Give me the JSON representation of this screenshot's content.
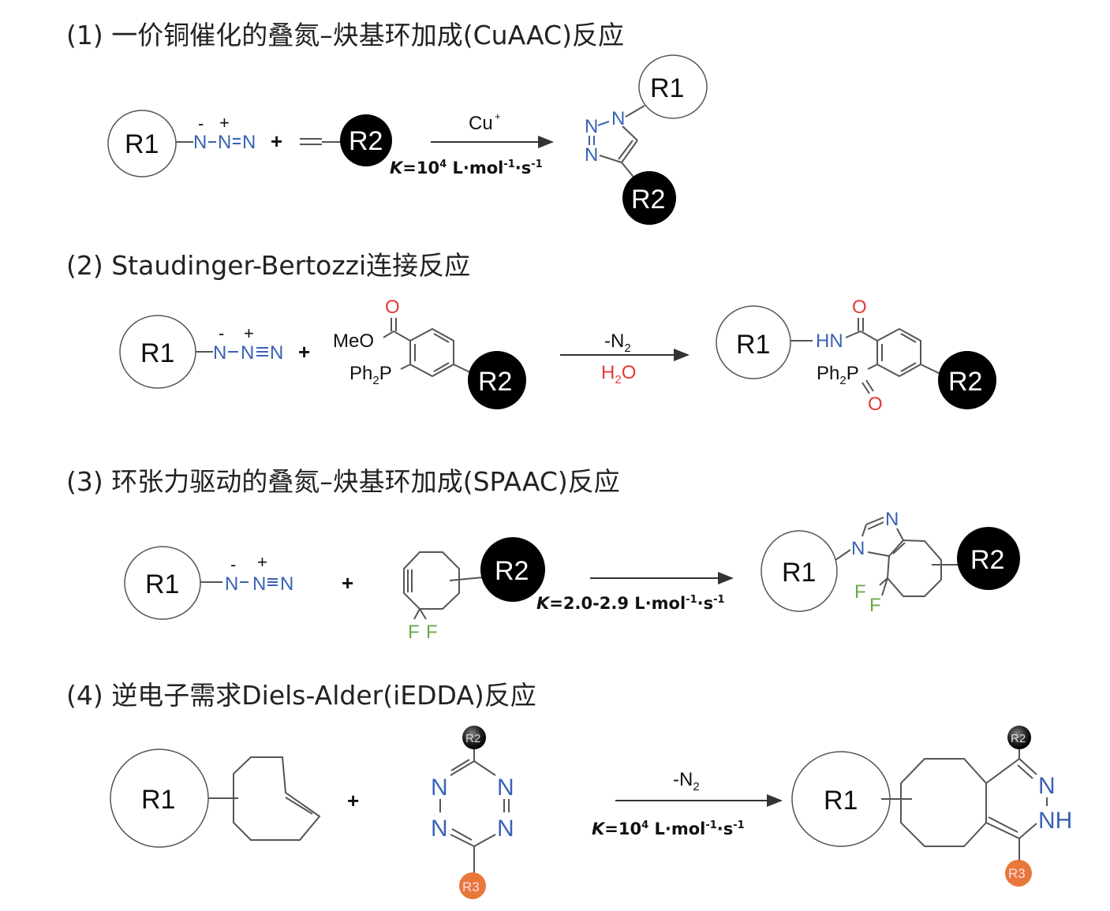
{
  "colors": {
    "nitrogen": "#3a62b4",
    "oxygen": "#e53935",
    "fluorine": "#6aaa4a",
    "r2_fill": "#000000",
    "r3_fill": "#e8773a"
  },
  "reactions": [
    {
      "title": "(1) 一价铜催化的叠氮–炔基环加成(CuAAC)反应",
      "reagent_above": "Cu",
      "reagent_above_sup": "+",
      "rate": {
        "k": "K",
        "value": "=10",
        "exp": "4",
        "unit": " L·mol",
        "u_exp1": "-1",
        "unit2": "·s",
        "u_exp2": "-1"
      },
      "groups": {
        "r1": "R1",
        "r2": "R2"
      },
      "azide": {
        "n1": "N",
        "n2": "N",
        "n3": "N",
        "minus": "-",
        "plusc": "+"
      },
      "plus": "+",
      "product_atoms": [
        "N",
        "N",
        "N"
      ]
    },
    {
      "title": "(2) Staudinger-Bertozzi连接反应",
      "reagent_above": "-N",
      "reagent_above_sub": "2",
      "reagent_below": "H",
      "reagent_below_sub": "2",
      "reagent_below_end": "O",
      "groups": {
        "r1": "R1",
        "r2": "R2"
      },
      "azide": {
        "n1": "N",
        "n2": "N",
        "n3": "N",
        "minus": "-",
        "plusc": "+"
      },
      "plus": "+",
      "reactant_labels": {
        "meo": "MeO",
        "o": "O",
        "ph": "Ph",
        "ph_sub": "2",
        "p": "P"
      },
      "product_labels": {
        "hn": "HN",
        "o": "O",
        "ph": "Ph",
        "ph_sub": "2",
        "p": "P",
        "po": "O"
      }
    },
    {
      "title": "(3) 环张力驱动的叠氮–炔基环加成(SPAAC)反应",
      "rate": {
        "k": "K",
        "value": "=2.0-2.9",
        "unit": " L·mol",
        "u_exp1": "-1",
        "unit2": "·s",
        "u_exp2": "-1"
      },
      "groups": {
        "r1": "R1",
        "r2": "R2"
      },
      "azide": {
        "n1": "N",
        "n2": "N",
        "n3": "N",
        "minus": "-",
        "plusc": "+"
      },
      "plus": "+",
      "fluorines": [
        "F",
        "F"
      ],
      "product_atoms": [
        "N",
        "N"
      ]
    },
    {
      "title": "(4) 逆电子需求Diels-Alder(iEDDA)反应",
      "reagent_above": "-N",
      "reagent_above_sub": "2",
      "rate": {
        "k": "K",
        "value": "=10",
        "exp": "4",
        "unit": " L·mol",
        "u_exp1": "-1",
        "unit2": "·s",
        "u_exp2": "-1"
      },
      "groups": {
        "r1": "R1",
        "r2": "R2",
        "r3": "R3"
      },
      "plus": "+",
      "tetrazine_atoms": [
        "N",
        "N",
        "N",
        "N"
      ],
      "product_atoms": {
        "n": "N",
        "nh": "NH"
      }
    }
  ]
}
